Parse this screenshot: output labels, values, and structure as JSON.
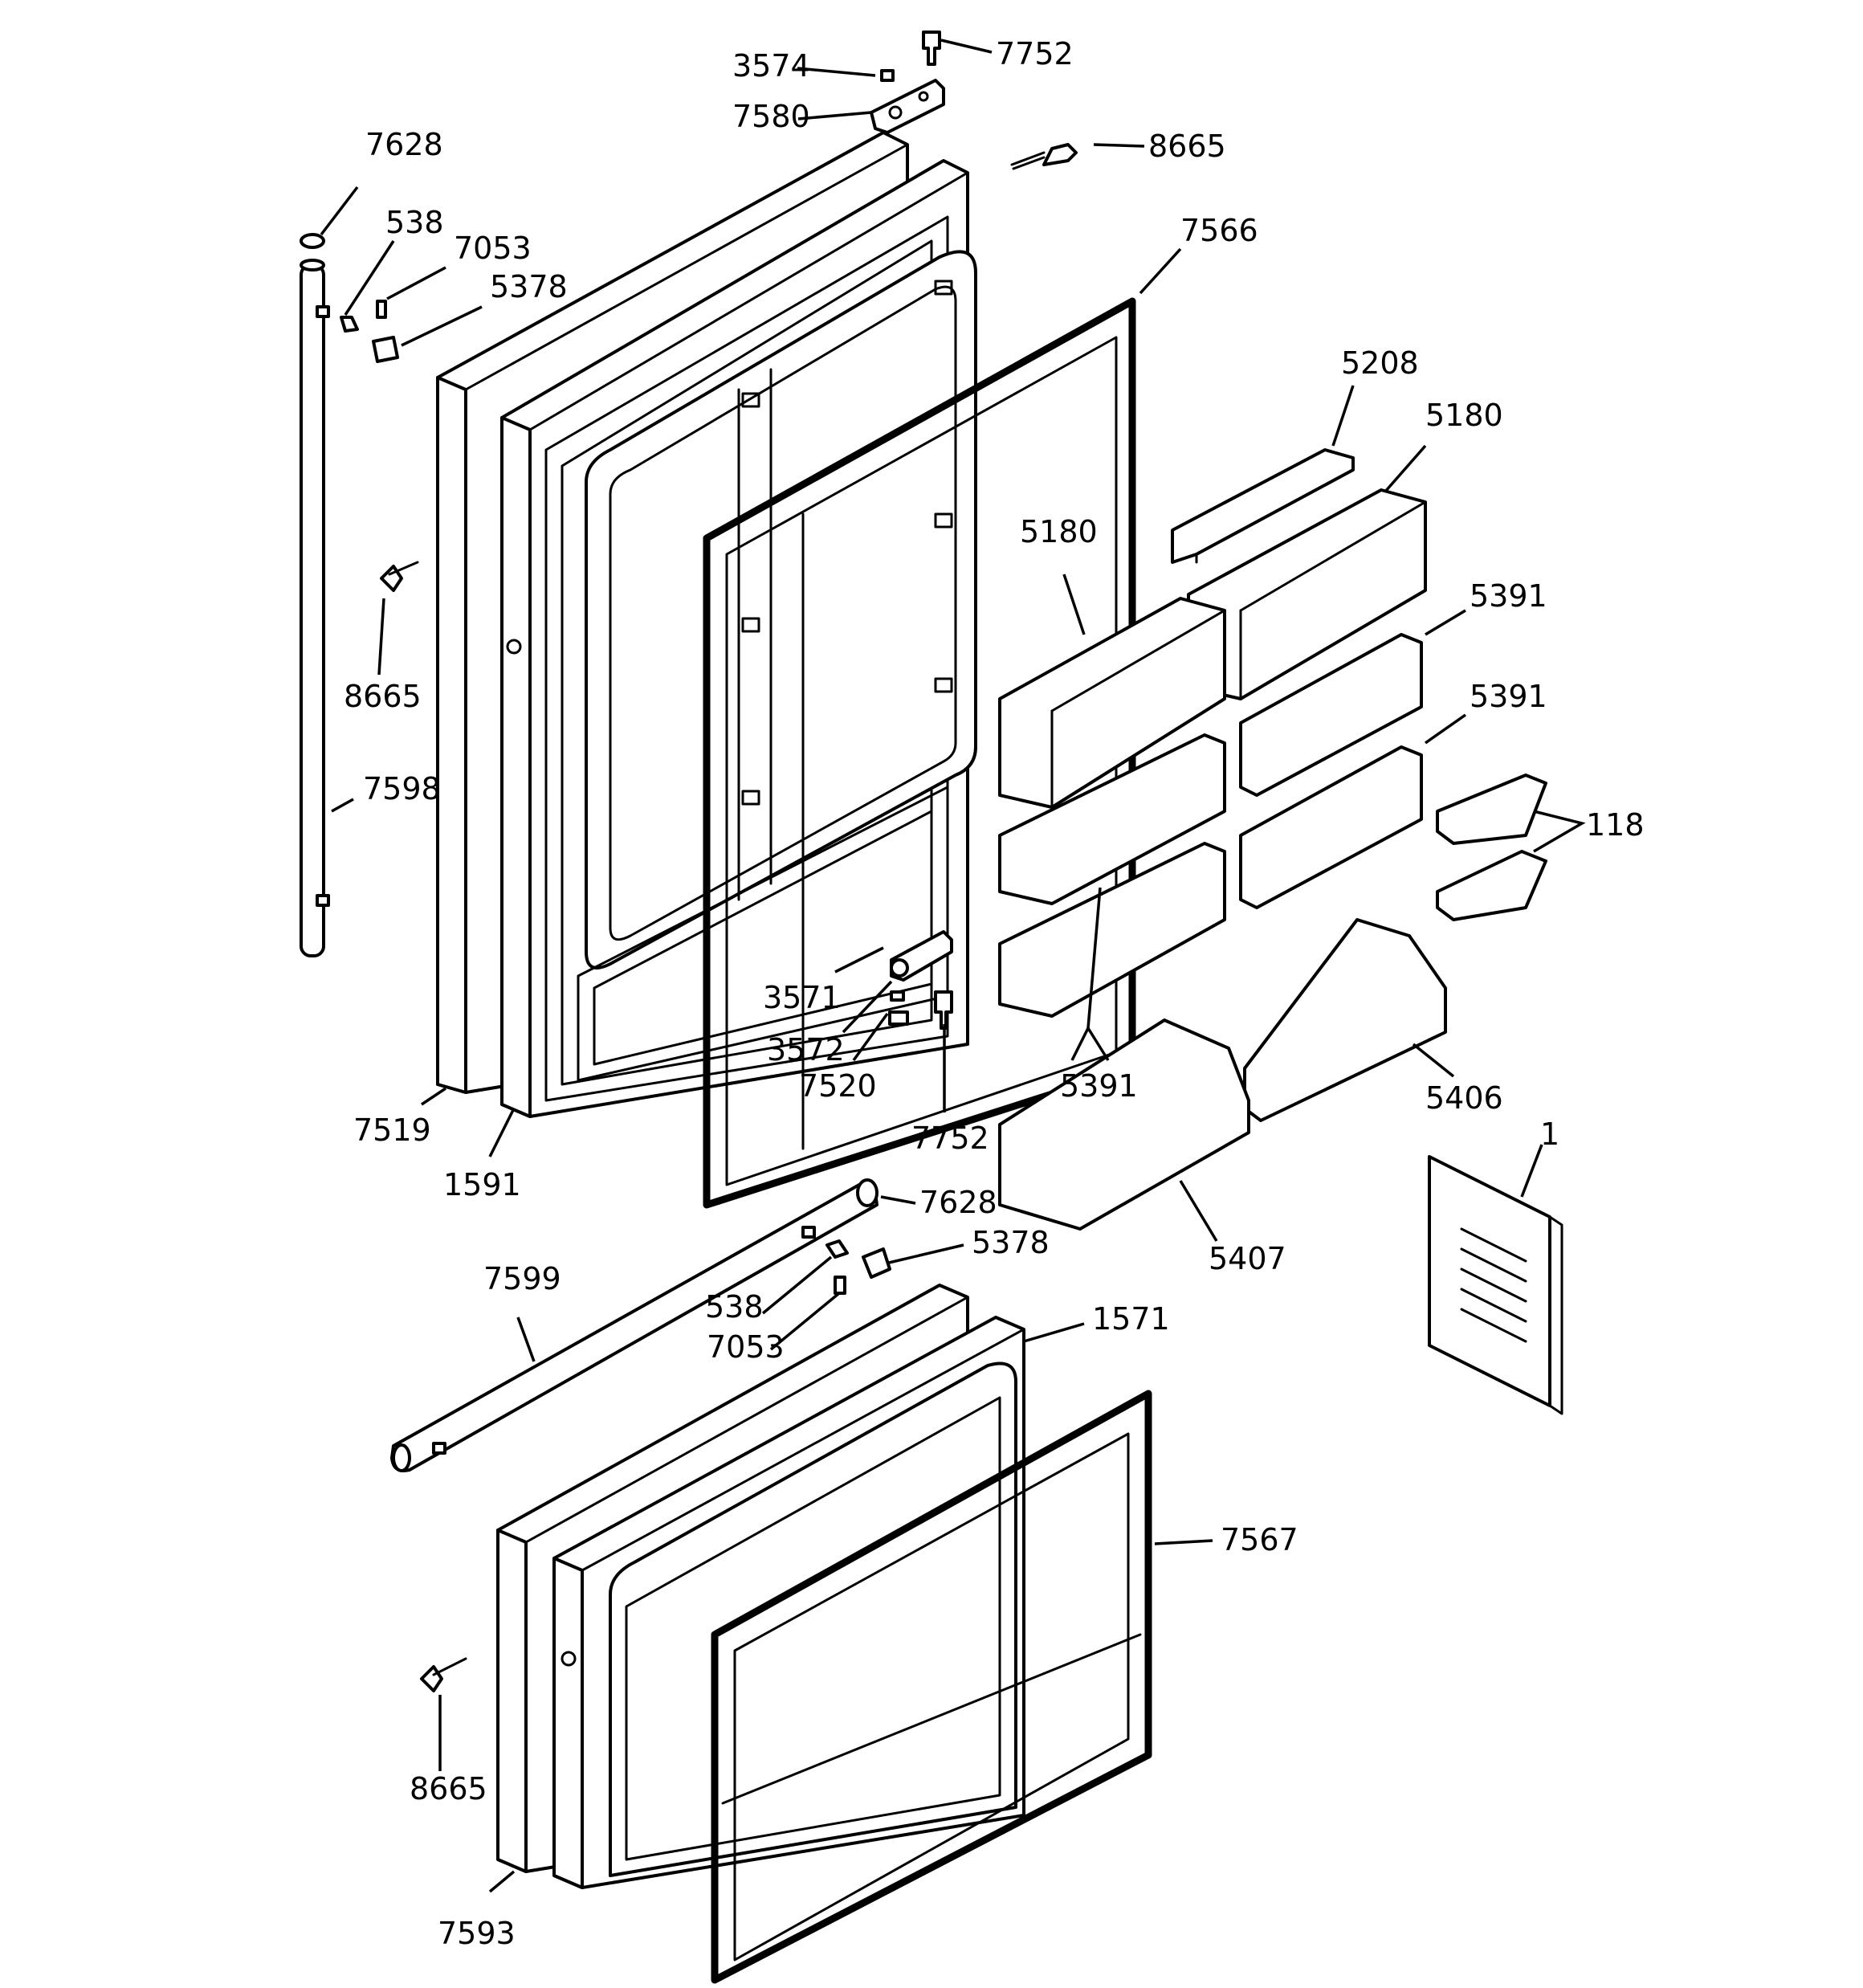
{
  "callouts": [
    {
      "id": "c1",
      "text": "7752"
    },
    {
      "id": "c2",
      "text": "3574"
    },
    {
      "id": "c3",
      "text": "7580"
    },
    {
      "id": "c4",
      "text": "8665"
    },
    {
      "id": "c5",
      "text": "7628"
    },
    {
      "id": "c6",
      "text": "538"
    },
    {
      "id": "c7",
      "text": "7053"
    },
    {
      "id": "c8",
      "text": "5378"
    },
    {
      "id": "c9",
      "text": "7566"
    },
    {
      "id": "c10",
      "text": "5208"
    },
    {
      "id": "c11",
      "text": "5180"
    },
    {
      "id": "c12",
      "text": "5180"
    },
    {
      "id": "c13",
      "text": "5391"
    },
    {
      "id": "c14",
      "text": "5391"
    },
    {
      "id": "c15",
      "text": "118"
    },
    {
      "id": "c16",
      "text": "8665"
    },
    {
      "id": "c17",
      "text": "7598"
    },
    {
      "id": "c18",
      "text": "3571"
    },
    {
      "id": "c19",
      "text": "3572"
    },
    {
      "id": "c20",
      "text": "7520"
    },
    {
      "id": "c21",
      "text": "7752"
    },
    {
      "id": "c22",
      "text": "5391"
    },
    {
      "id": "c23",
      "text": "5406"
    },
    {
      "id": "c24",
      "text": "1"
    },
    {
      "id": "c25",
      "text": "7519"
    },
    {
      "id": "c26",
      "text": "1591"
    },
    {
      "id": "c27",
      "text": "7628"
    },
    {
      "id": "c28",
      "text": "5378"
    },
    {
      "id": "c29",
      "text": "7599"
    },
    {
      "id": "c30",
      "text": "538"
    },
    {
      "id": "c31",
      "text": "7053"
    },
    {
      "id": "c32",
      "text": "1571"
    },
    {
      "id": "c33",
      "text": "5407"
    },
    {
      "id": "c34",
      "text": "7567"
    },
    {
      "id": "c35",
      "text": "8665"
    },
    {
      "id": "c36",
      "text": "7593"
    }
  ]
}
